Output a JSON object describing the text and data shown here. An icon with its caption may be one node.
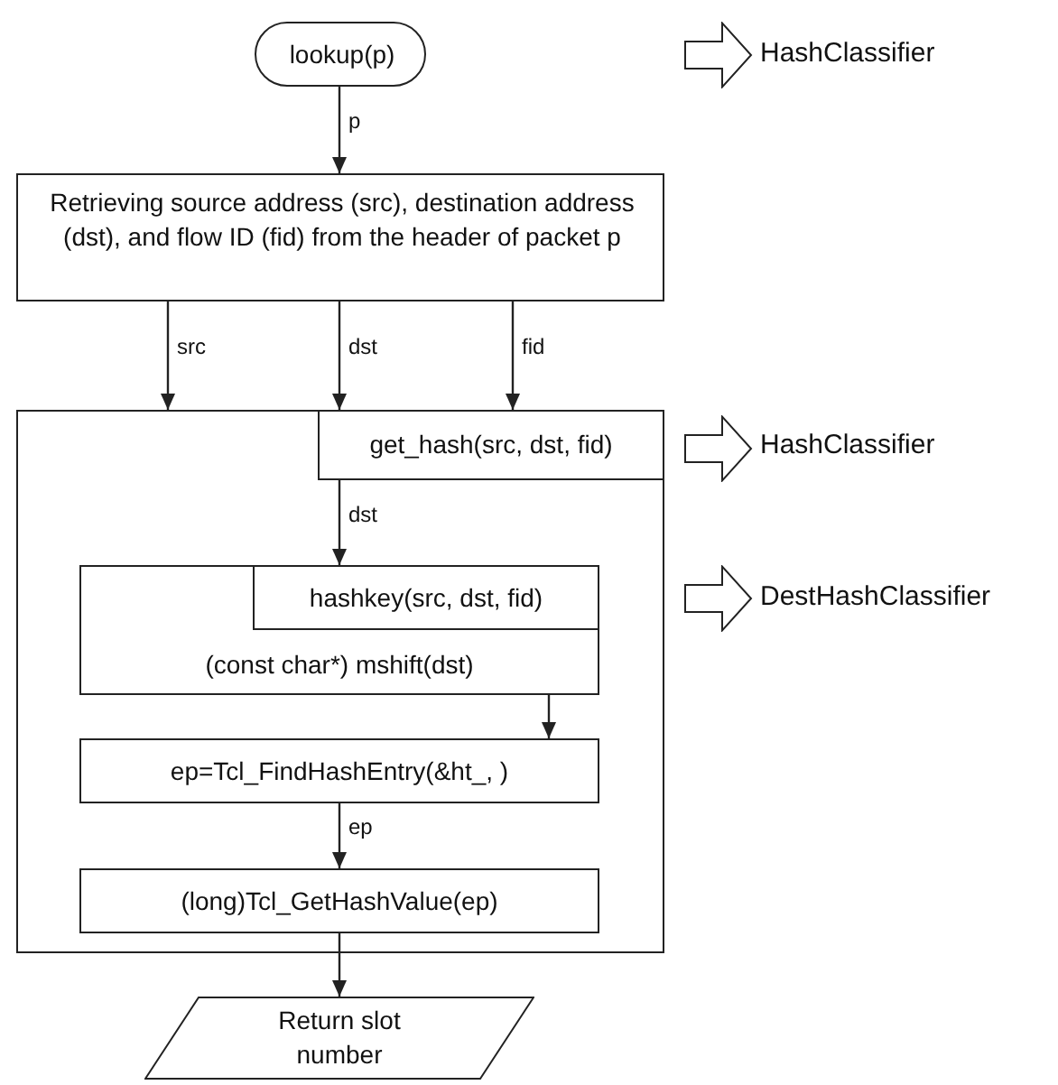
{
  "diagram": {
    "nodes": [
      {
        "text": [
          "lookup(p)"
        ]
      },
      {
        "text": [
          "Retrieving source address (src), destination address (dst), and flow ID (fid) from the header of packet p"
        ]
      },
      {
        "text": [],
        "shape": "box"
      },
      {
        "text": [
          "get_hash(src, dst, fid)"
        ],
        "in": 2
      },
      {
        "text": [
          "(const char*) mshift(dst)"
        ],
        "in": 2
      },
      {
        "text": [
          "hashkey(src, dst, fid)"
        ],
        "in": 4
      },
      {
        "text": [
          "ep=Tcl_FindHashEntry(&ht_, )"
        ],
        "in": 2
      },
      {
        "text": [
          "(long)Tcl_GetHashValue(ep)"
        ],
        "in": 2
      },
      {
        "text": [
          "Return slot number"
        ]
      }
    ],
    "edges": [
      {
        "from": 0,
        "to": 1,
        "arrow": "to",
        "label": "p"
      },
      {
        "from": 1,
        "to": 2,
        "arrow": "to",
        "label": "src"
      },
      {
        "from": 1,
        "to": 2,
        "arrow": "to",
        "label": "dst"
      },
      {
        "from": 1,
        "to": 2,
        "arrow": "to",
        "label": "fid"
      },
      {
        "from": 3,
        "to": 4,
        "arrow": "to",
        "label": "dst"
      },
      {
        "from": 4,
        "to": 6,
        "arrow": "to"
      },
      {
        "from": 6,
        "to": 7,
        "arrow": "to",
        "label": "ep"
      },
      {
        "from": 7,
        "to": 8,
        "arrow": "to"
      }
    ],
    "labels": [
      "HashClassifier",
      "HashClassifier",
      "DestHashClassifier"
    ]
  }
}
